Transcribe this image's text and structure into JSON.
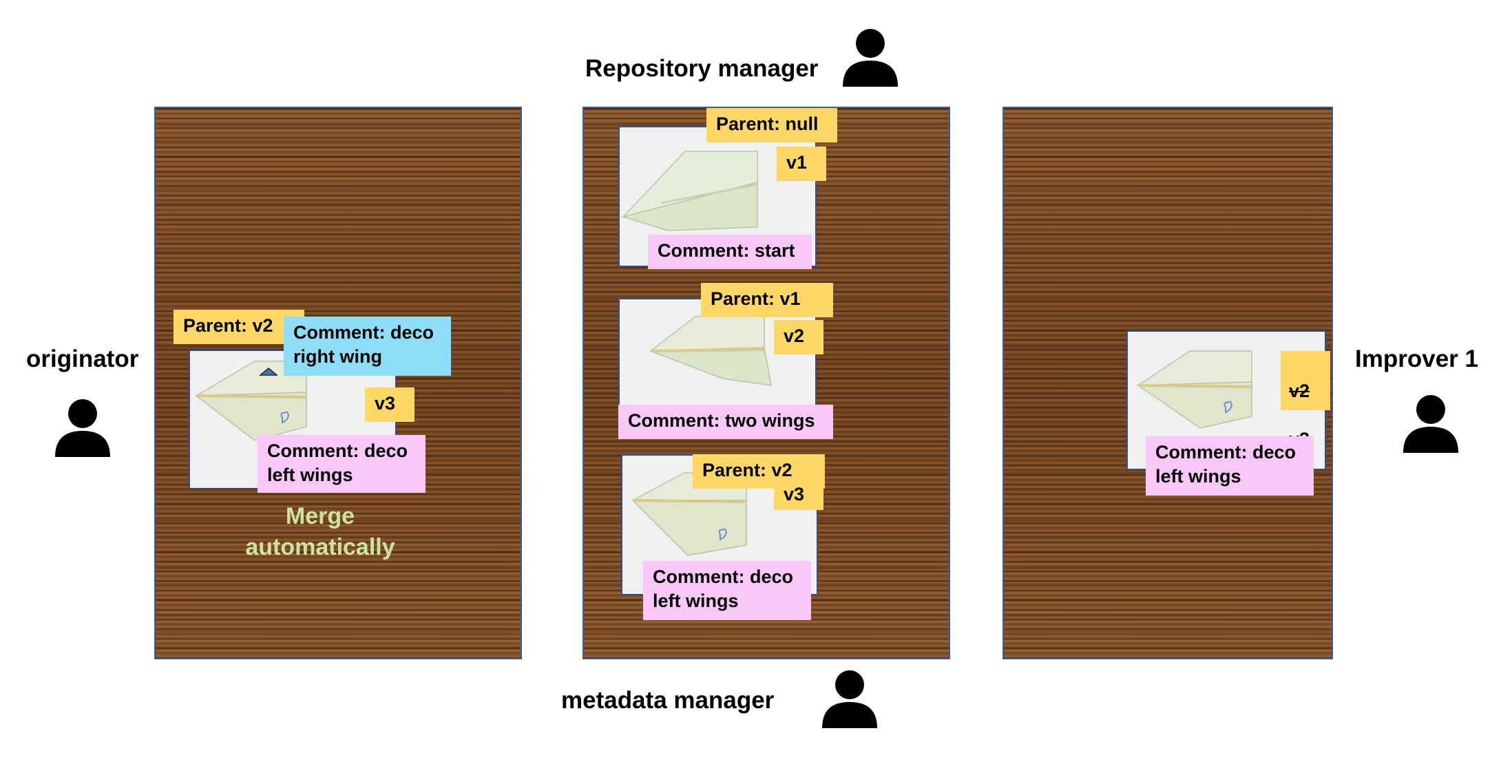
{
  "roles": {
    "repository_manager": "Repository manager",
    "metadata_manager": "metadata manager",
    "originator": "originator",
    "improver": "Improver 1"
  },
  "left_panel": {
    "parent": "Parent: v2",
    "comment_blue": "Comment: deco\nright wing",
    "version": "v3",
    "comment_pink": "Comment: deco\nleft wings",
    "merge_text": "Merge\nautomatically"
  },
  "center_panel": {
    "items": [
      {
        "parent": "Parent: null",
        "version": "v1",
        "comment": "Comment: start"
      },
      {
        "parent": "Parent: v1",
        "version": "v2",
        "comment": "Comment: two wings"
      },
      {
        "parent": "Parent: v2",
        "version": "v3",
        "comment": "Comment: deco\nleft wings"
      }
    ]
  },
  "right_panel": {
    "version_old": "v2",
    "version_new": "v3",
    "comment": "Comment: deco\nleft wings"
  },
  "colors": {
    "sticky_yellow": "#ffd766",
    "sticky_pink": "#f9c8f9",
    "sticky_blue": "#8fdcf7",
    "board_border": "#3b5a99",
    "merge_text": "#cfe3a0"
  }
}
